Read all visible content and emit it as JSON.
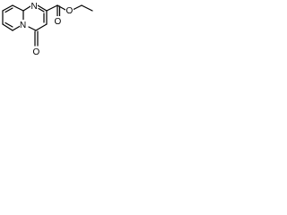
{
  "diagram": {
    "type": "chemical-structure",
    "background": "#ffffff",
    "line_color": "#000000",
    "atoms": {
      "ring_n_top": "N",
      "ring_n_fused": "N",
      "carbonyl_o_ring": "O",
      "ester_carbonyl_o": "O",
      "ester_ether_o": "O"
    }
  }
}
